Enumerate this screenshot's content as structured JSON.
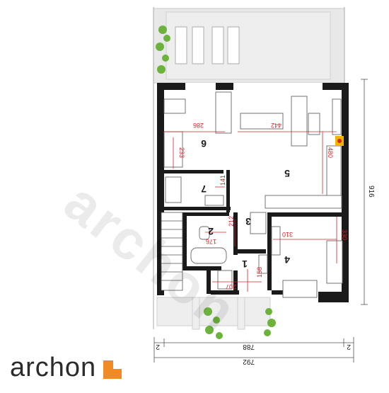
{
  "rooms": [
    {
      "id": "room-1",
      "number": "1",
      "area": "",
      "dimension": "158"
    },
    {
      "id": "room-2",
      "number": "2",
      "area": "",
      "dimension": "176"
    },
    {
      "id": "room-3",
      "number": "3",
      "area": "",
      "dimension": "212"
    },
    {
      "id": "room-4",
      "number": "4",
      "area": "",
      "dimension": "310"
    },
    {
      "id": "room-5",
      "number": "5",
      "area": "",
      "dimension": "442"
    },
    {
      "id": "room-6",
      "number": "6",
      "area": "",
      "dimension": "286"
    },
    {
      "id": "room-7",
      "number": "7",
      "area": "",
      "dimension": "141"
    }
  ],
  "dimensions": {
    "room6_height": "233",
    "room5_height": "480",
    "room4_height": "330",
    "room1_width": "207",
    "total_height": "916",
    "inner_width": "788",
    "outer_width": "792",
    "left_offset": "2",
    "right_offset": "2"
  },
  "watermark": "archon",
  "logo": {
    "text": "archon"
  },
  "colors": {
    "wall": "#1a1a1a",
    "dim_red": "#d4242a",
    "logo_orange": "#f08a24",
    "terrace": "#e6e6e6",
    "plant": "#6bb33a"
  }
}
